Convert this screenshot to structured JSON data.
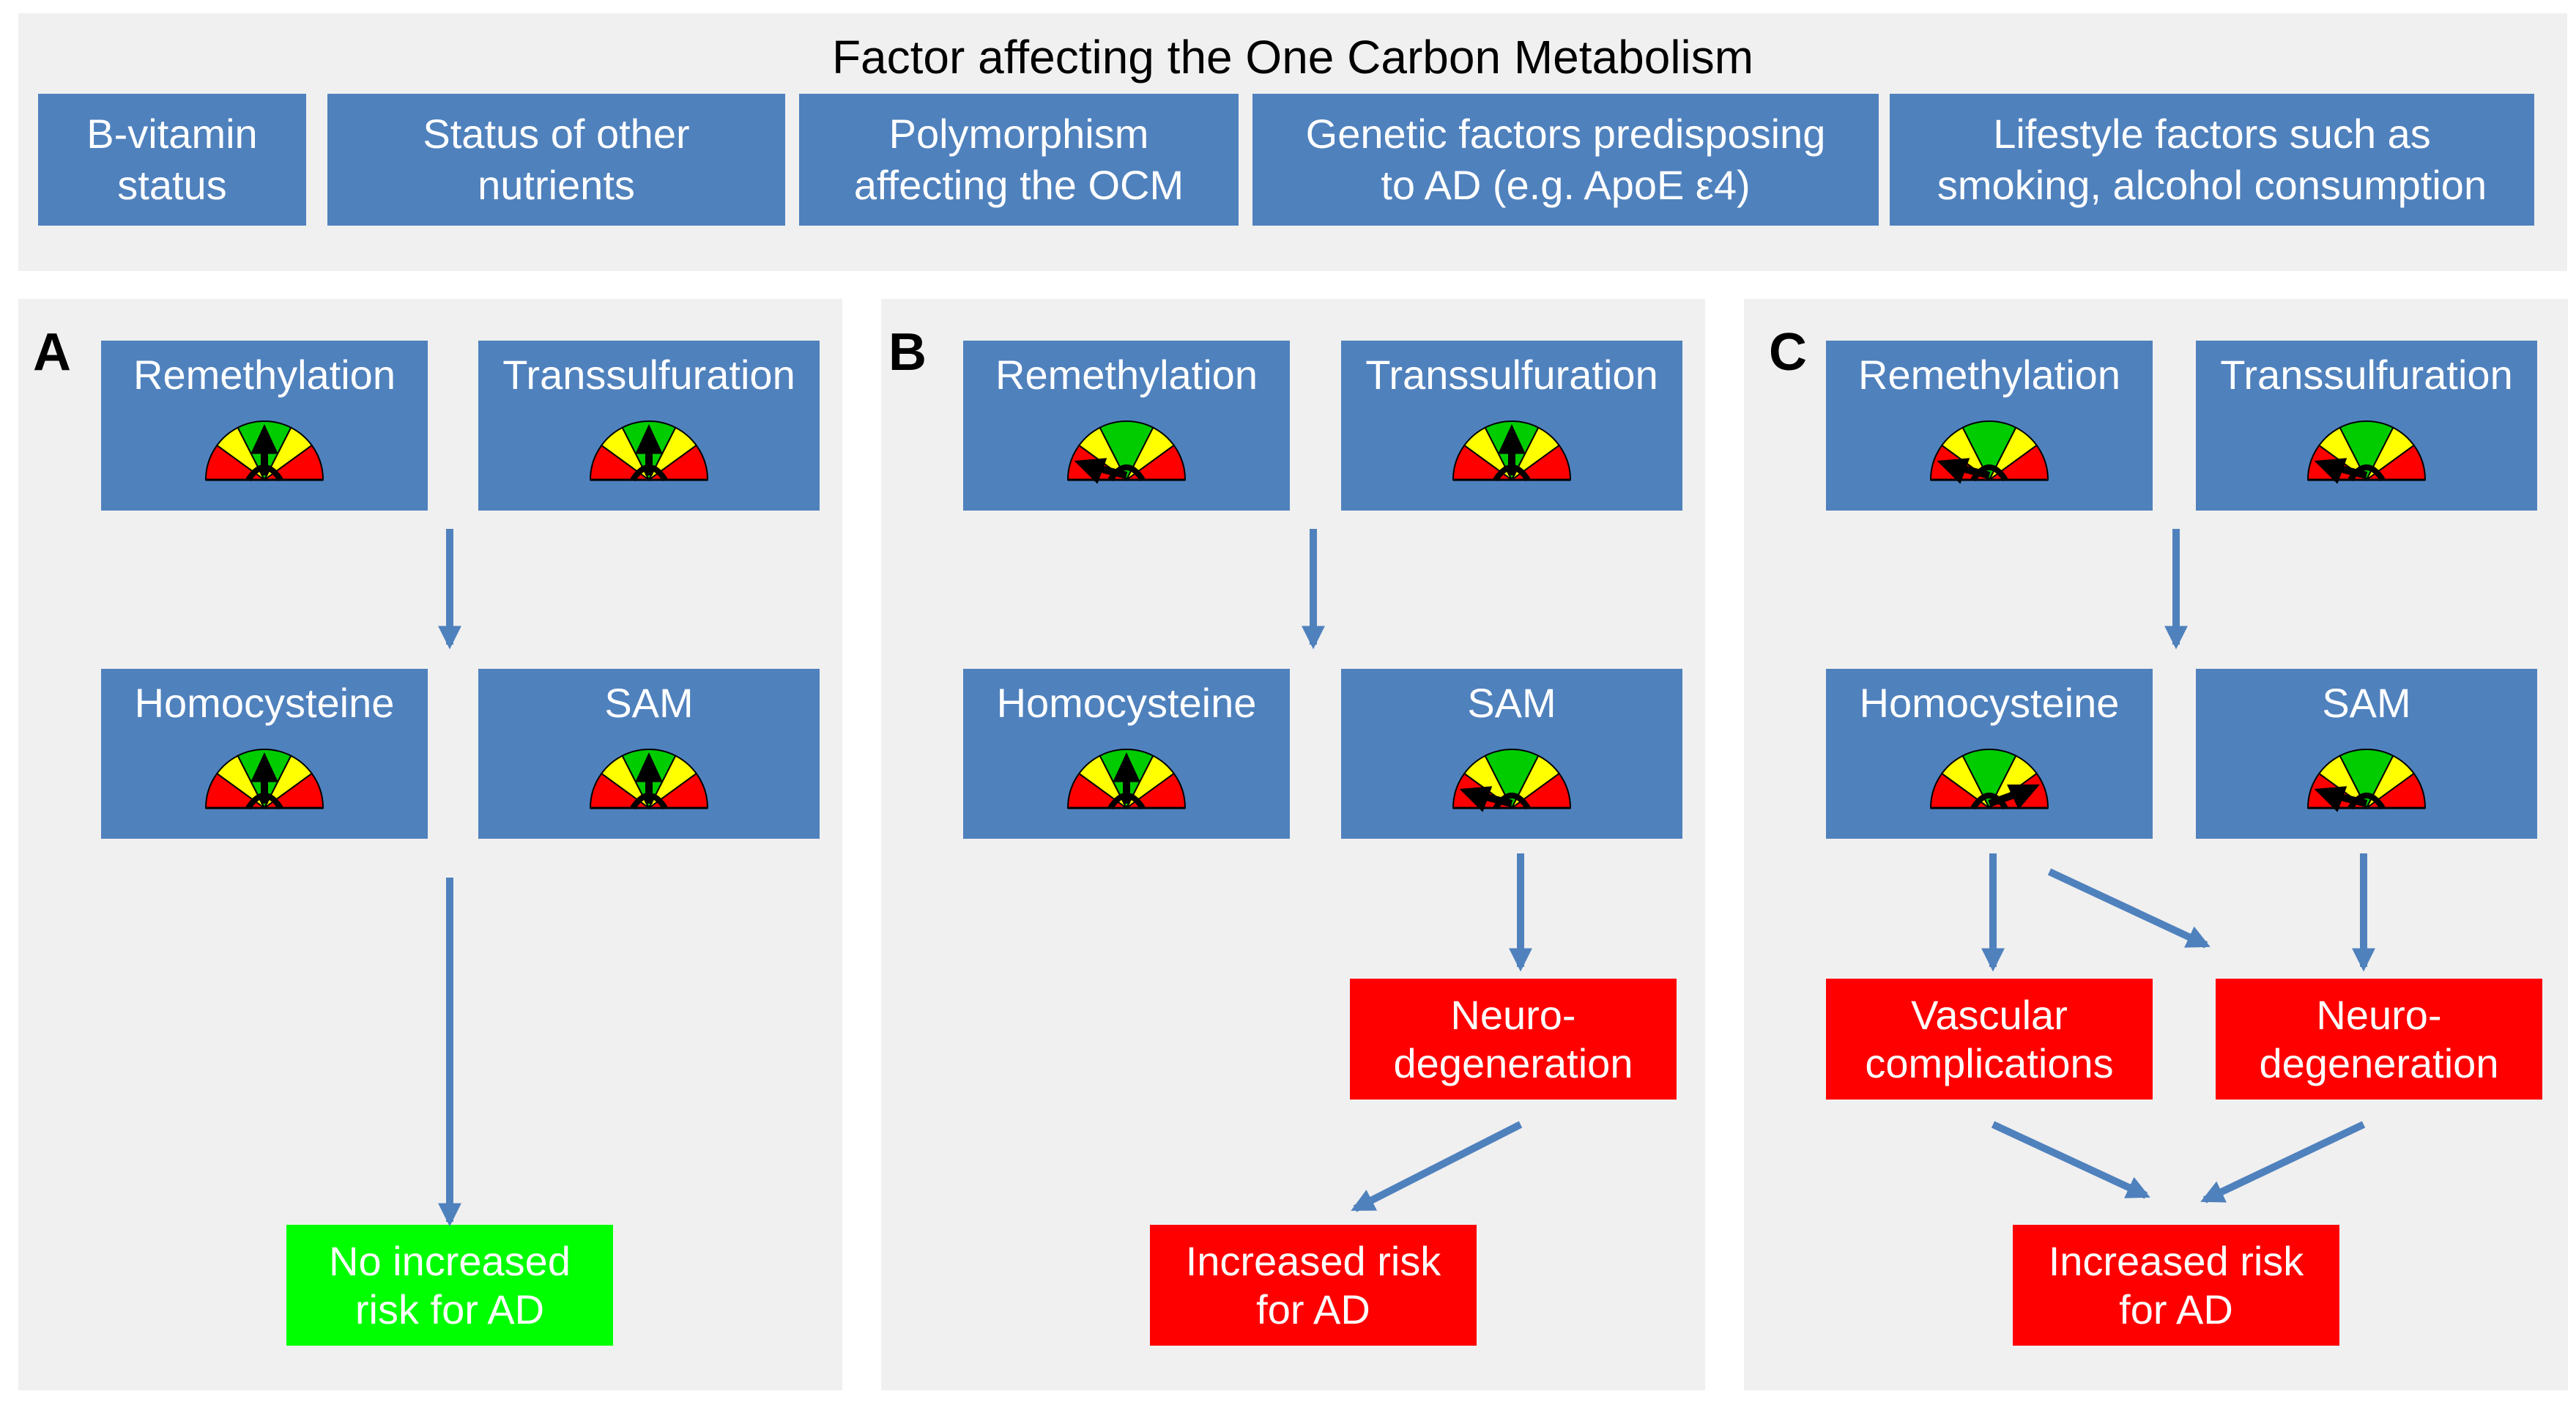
{
  "header": {
    "title": "Factor affecting the One Carbon Metabolism",
    "factors": [
      "B-vitamin\nstatus",
      "Status of other\nnutrients",
      "Polymorphism\naffecting the OCM",
      "Genetic factors predisposing\nto AD (e.g. ApoE ε4)",
      "Lifestyle factors such as\nsmoking, alcohol consumption"
    ]
  },
  "panels": [
    {
      "letter": "A",
      "gauges": [
        {
          "label": "Remethylation",
          "level": "normal"
        },
        {
          "label": "Transsulfuration",
          "level": "normal"
        },
        {
          "label": "Homocysteine",
          "level": "normal"
        },
        {
          "label": "SAM",
          "level": "normal"
        }
      ],
      "outcomes": [
        {
          "text": "No increased\nrisk for AD",
          "color": "#00ff00"
        }
      ]
    },
    {
      "letter": "B",
      "gauges": [
        {
          "label": "Remethylation",
          "level": "low"
        },
        {
          "label": "Transsulfuration",
          "level": "normal"
        },
        {
          "label": "Homocysteine",
          "level": "normal"
        },
        {
          "label": "SAM",
          "level": "low"
        }
      ],
      "outcomes": [
        {
          "text": "Neuro-\ndegeneration",
          "color": "#ff0000"
        },
        {
          "text": "Increased risk\nfor AD",
          "color": "#ff0000"
        }
      ]
    },
    {
      "letter": "C",
      "gauges": [
        {
          "label": "Remethylation",
          "level": "low"
        },
        {
          "label": "Transsulfuration",
          "level": "low"
        },
        {
          "label": "Homocysteine",
          "level": "high"
        },
        {
          "label": "SAM",
          "level": "low"
        }
      ],
      "outcomes": [
        {
          "text": "Vascular\ncomplications",
          "color": "#ff0000"
        },
        {
          "text": "Neuro-\ndegeneration",
          "color": "#ff0000"
        },
        {
          "text": "Increased risk\nfor AD",
          "color": "#ff0000"
        }
      ]
    }
  ],
  "colors": {
    "box_blue": "#4f81bd",
    "arrow_blue": "#4f81bd",
    "panel_background": "#f0f0f0",
    "gauge_red": "#ff0000",
    "gauge_yellow": "#ffff00",
    "gauge_green": "#00cc00",
    "outcome_risk": "#ff0000",
    "outcome_no_risk": "#00ff00"
  }
}
